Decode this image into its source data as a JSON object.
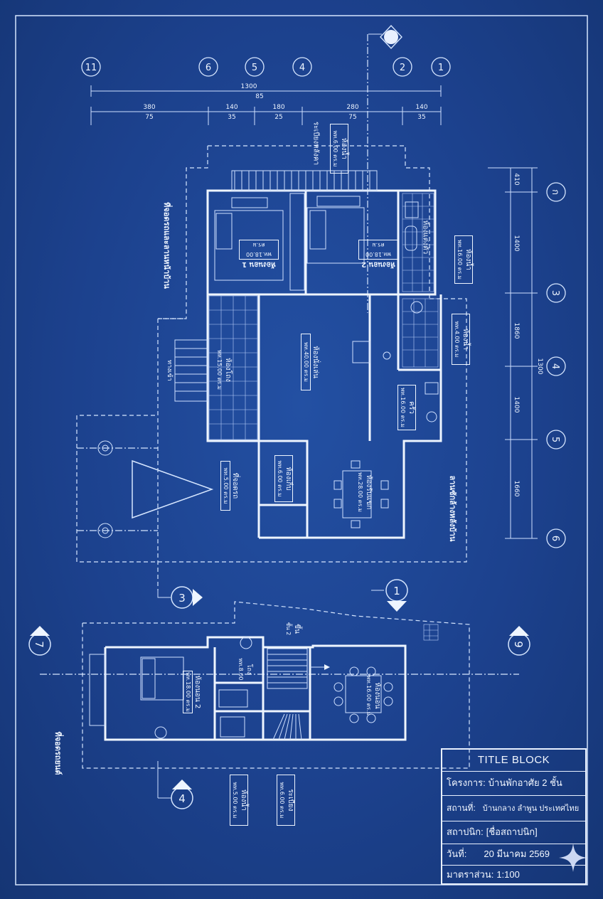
{
  "grid_axes": {
    "top": [
      "11",
      "6",
      "5",
      "4",
      "2",
      "1"
    ],
    "right": [
      "ก",
      "3",
      "4",
      "5",
      "6"
    ]
  },
  "dimensions": {
    "top_total": "1300",
    "top_total_sub": "85",
    "top_parts": [
      {
        "value": "380",
        "sub": "75"
      },
      {
        "value": "140",
        "sub": "35"
      },
      {
        "value": "180",
        "sub": "25"
      },
      {
        "value": "280",
        "sub": "75"
      },
      {
        "value": "140",
        "sub": "35"
      }
    ],
    "right_total": "1300",
    "right_parts": [
      "410",
      "1400",
      "1860",
      "1400",
      "1660"
    ]
  },
  "section_markers": [
    "3",
    "1",
    "4",
    "7",
    "9"
  ],
  "rooms": {
    "bed1_name": "ห้องนอน 1",
    "bed1_area": "พท.18.00 ตร.ม",
    "bed2_name": "ห้องนอน 2",
    "bed2_area": "พท.18.00 ตร.ม",
    "wardrobe": "ห้องแต่งตัว",
    "balcony_roof": "ระเบียงหลังคา",
    "wc_top_name": "ห้องน้ำ",
    "wc_top_area": "พท.6.00 ตร.ม",
    "stairhall_name": "ห้องโถง",
    "stairhall_area": "พท.15.00 ตร.ม",
    "living_name": "ห้องนั่งเล่น",
    "living_area": "พท.40.00 ตร.ม",
    "wc_right_name": "ห้องน้ำ",
    "wc_right_area": "พท.4.00 ตร.ม",
    "laundry_name": "ห้องน้ำ",
    "laundry_area": "พท.16.00 ตร.ม",
    "kitchen_name": "ครัว",
    "kitchen_area": "พท.16.00 ตร.ม",
    "storage_name": "ห้องเก็บ",
    "storage_area": "พท.6.00 ตร.ม",
    "dining_name": "ห้องรับแขก",
    "dining_area": "พท.28.00 ตร.ม",
    "carport_name": "ที่จอดรถ",
    "carport_area": "พท.5.00 ตร.ม",
    "entrance": "ทางเข้า",
    "left_terrace": "ที่จอดรถและลานหน้าบ้าน",
    "right_terrace": "ลานซักล้างหลังบ้าน",
    "lower_bed_name": "ห้องนอน 2",
    "lower_bed_area": "พท.18.00 ตร.ม",
    "lower_dining_name": "ห้องนอน",
    "lower_dining_area": "พท.16.00 ตร.ม",
    "lower_wc1_name": "ห้องน้ำ",
    "lower_wc1_area": "พท.5.00 ตร.ม",
    "lower_wc2_name": "ระเบียง",
    "lower_wc2_area": "พท.6.00 ตร.ม",
    "lower_stair": "ชั้น 2",
    "lower_stair_sub": "ขึ้น",
    "lower_left_terrace": "ที่จอดรถยนต์",
    "lower_hall": "โถง",
    "lower_hall_area": "พท.8.00"
  },
  "title_block": {
    "heading": "TITLE BLOCK",
    "project_label": "โครงการ:",
    "project_value": "บ้านพักอาศัย 2 ชั้น",
    "location_label": "สถานที่:",
    "location_value": "บ้านกลาง ลำพูน ประเทศไทย",
    "architect_label": "สถาปนิก:",
    "architect_value": "[ชื่อสถาปนิก]",
    "date_label": "วันที่:",
    "date_value": "20 มีนาคม 2569",
    "scale_label": "มาตราส่วน:",
    "scale_value": "1:100"
  },
  "colors": {
    "paper": "#1d3f86",
    "ink": "#eef5ff"
  }
}
